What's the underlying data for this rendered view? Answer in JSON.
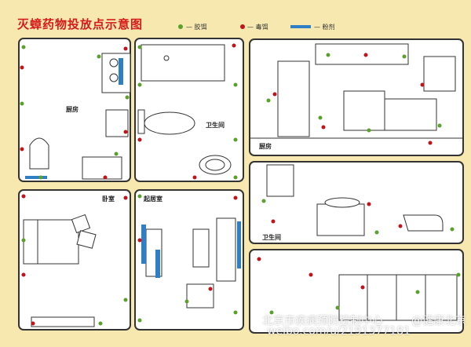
{
  "title": "灭蟑药物投放点示意图",
  "legend": {
    "gel": {
      "text": "— 胶饵",
      "color": "#5aa02c"
    },
    "poison": {
      "text": "— 毒饵",
      "color": "#c0141b"
    },
    "powder": {
      "text": "— 粉剂",
      "color": "#2f7fc4"
    }
  },
  "rooms": {
    "kitchen_plan": "厨房",
    "bathroom_plan": "卫生间",
    "bedroom": "卧室",
    "living_room": "起居室",
    "kitchen_view": "厨房",
    "bathroom_view": "卫生间"
  },
  "watermark": {
    "line1": "北京市疾病预防控制中心",
    "line2": "weibo.com/u/2191377181",
    "handle": "@健康北京"
  }
}
